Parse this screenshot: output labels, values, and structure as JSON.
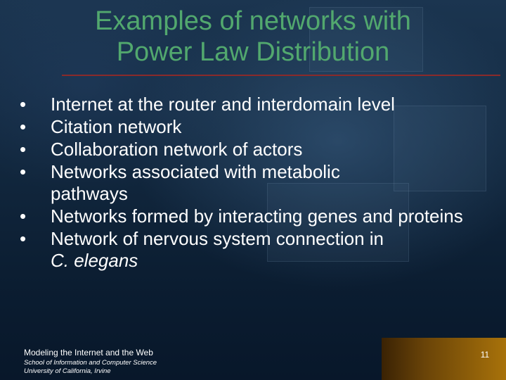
{
  "slide": {
    "title_line1": "Examples of networks with",
    "title_line2": "Power Law Distribution",
    "bullet_marker": "•",
    "bullets": [
      "Internet at the router and interdomain level",
      "Citation network",
      "Collaboration network of actors",
      "Networks associated with metabolic pathways",
      "Networks formed by interacting genes and proteins",
      "Network of nervous system connection in"
    ],
    "bullet6_italic": "C. elegans"
  },
  "footer": {
    "course": "Modeling the Internet and the Web",
    "school": "School of Information and Computer Science",
    "university": "University of California, Irvine",
    "page_number": "11"
  },
  "colors": {
    "title": "#52a86e",
    "body_text": "#ffffff",
    "background": "#0a1e34",
    "rule": "#8a2a2a",
    "footer_box": "#a8720a"
  }
}
